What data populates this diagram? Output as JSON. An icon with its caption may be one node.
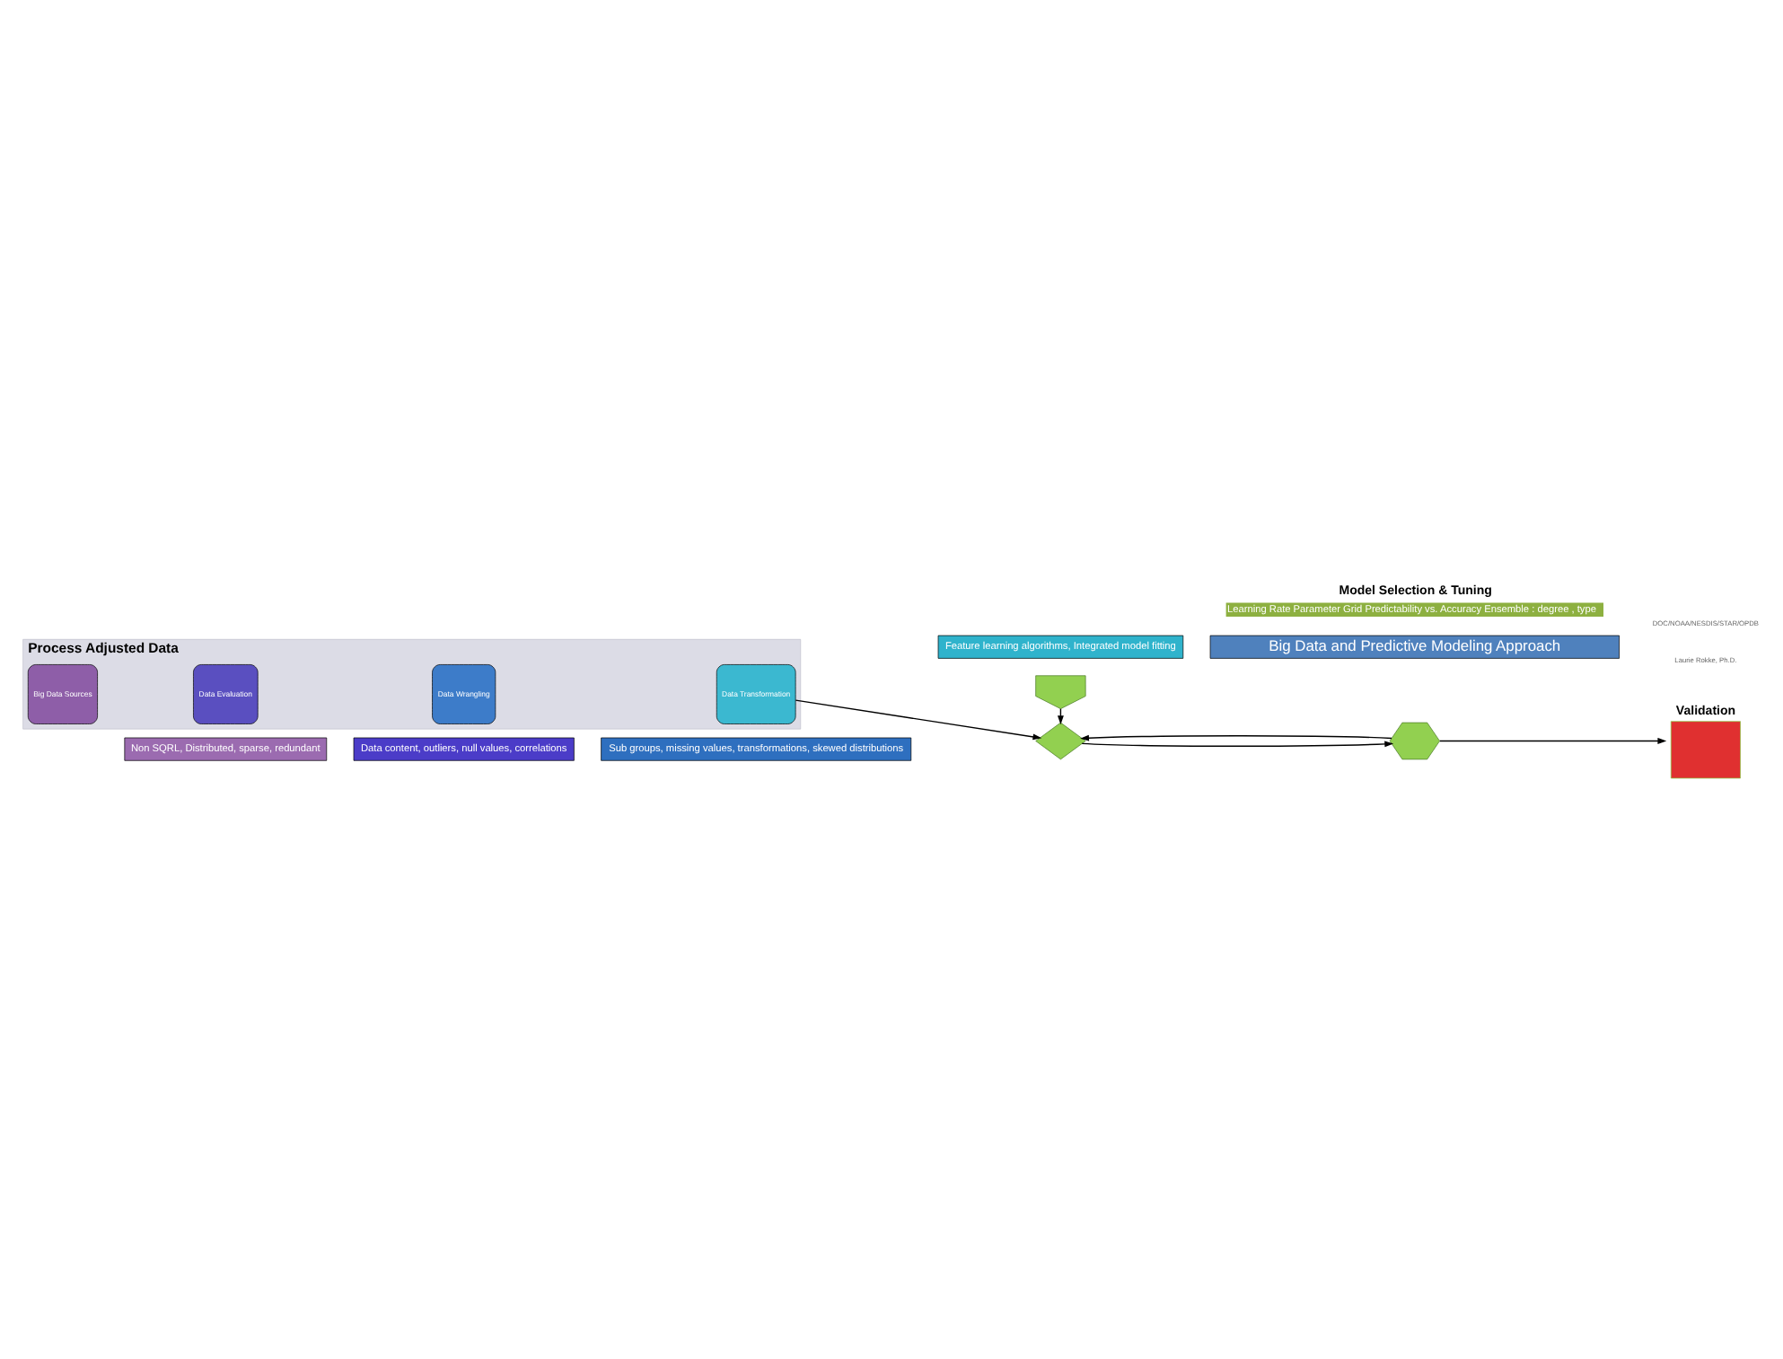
{
  "diagram": {
    "nodes": [
      {
        "text": [
          "Process Adjusted Data"
        ]
      },
      {
        "text": [
          "Big Data Sources"
        ],
        "in": 0
      },
      {
        "text": [
          "Data Evaluation"
        ],
        "in": 0
      },
      {
        "text": [
          "Data Wrangling"
        ],
        "in": 0
      },
      {
        "text": [
          "Data Transformation"
        ],
        "in": 0
      },
      {
        "text": [
          "Model Selection & Tuning",
          "Learning Rate Parameter Grid Predictability vs. Accuracy Ensemble : degree , type"
        ]
      },
      {
        "text": [],
        "shape": "pentagon"
      },
      {
        "text": [],
        "shape": "diamond"
      },
      {
        "text": [],
        "shape": "hexagon"
      },
      {
        "text": [
          "Validation"
        ]
      },
      {
        "text": [
          "Non SQRL, Distributed, sparse, redundant"
        ]
      },
      {
        "text": [
          "Data content, outliers, null values, correlations"
        ]
      },
      {
        "text": [
          "Sub groups, missing values, transformations, skewed distributions"
        ]
      },
      {
        "text": [
          "Feature learning algorithms, Integrated model fitting"
        ]
      },
      {
        "text": [
          "Big Data and Predictive Modeling Approach"
        ]
      }
    ],
    "edges": [
      {
        "from": 4,
        "to": 7,
        "arrow": "to"
      },
      {
        "from": 6,
        "to": 7,
        "arrow": "to"
      },
      {
        "from": 7,
        "to": 8,
        "arrow": "to"
      },
      {
        "from": 8,
        "to": 7,
        "arrow": "to"
      },
      {
        "from": 8,
        "to": 9,
        "arrow": "to"
      }
    ],
    "labels": [
      "Laurie Rokke, Ph.D.",
      "DOC/NOAA/NESDIS/STAR/OPDB"
    ]
  }
}
